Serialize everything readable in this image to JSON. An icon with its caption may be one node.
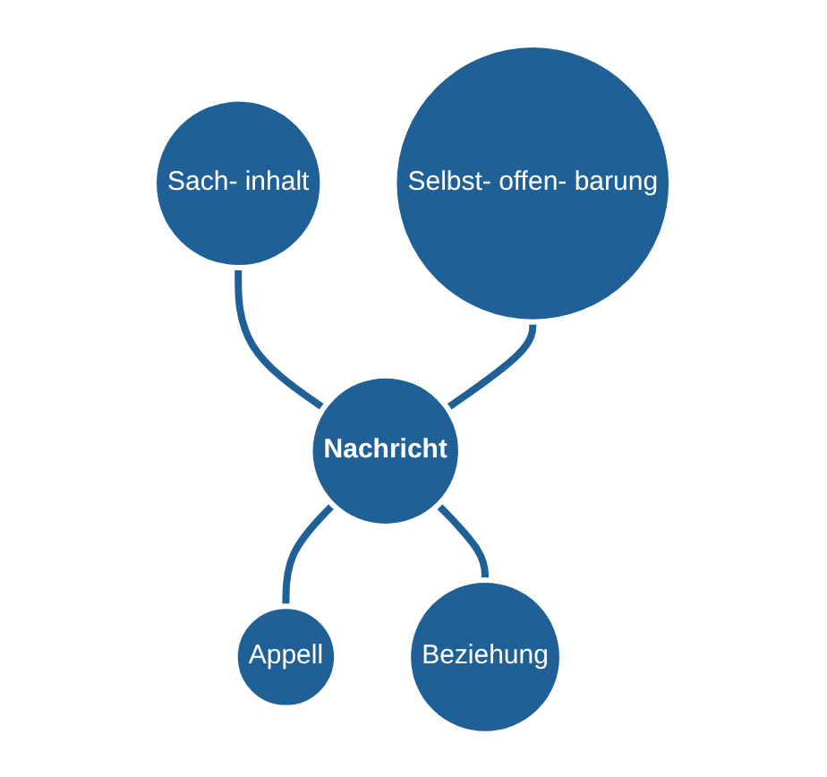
{
  "diagram": {
    "nodes": [
      {
        "text": [
          "Sach- inhalt"
        ]
      },
      {
        "text": [
          "Selbst- offen- barung"
        ]
      },
      {
        "text": [
          "Nachricht"
        ]
      },
      {
        "text": [
          "Appell"
        ]
      },
      {
        "text": [
          "Beziehung"
        ]
      }
    ],
    "edges": [
      {
        "from": 0,
        "to": 2,
        "arrow": "none"
      },
      {
        "from": 1,
        "to": 2,
        "arrow": "none"
      },
      {
        "from": 2,
        "to": 3,
        "arrow": "none"
      },
      {
        "from": 2,
        "to": 4,
        "arrow": "none"
      }
    ]
  }
}
